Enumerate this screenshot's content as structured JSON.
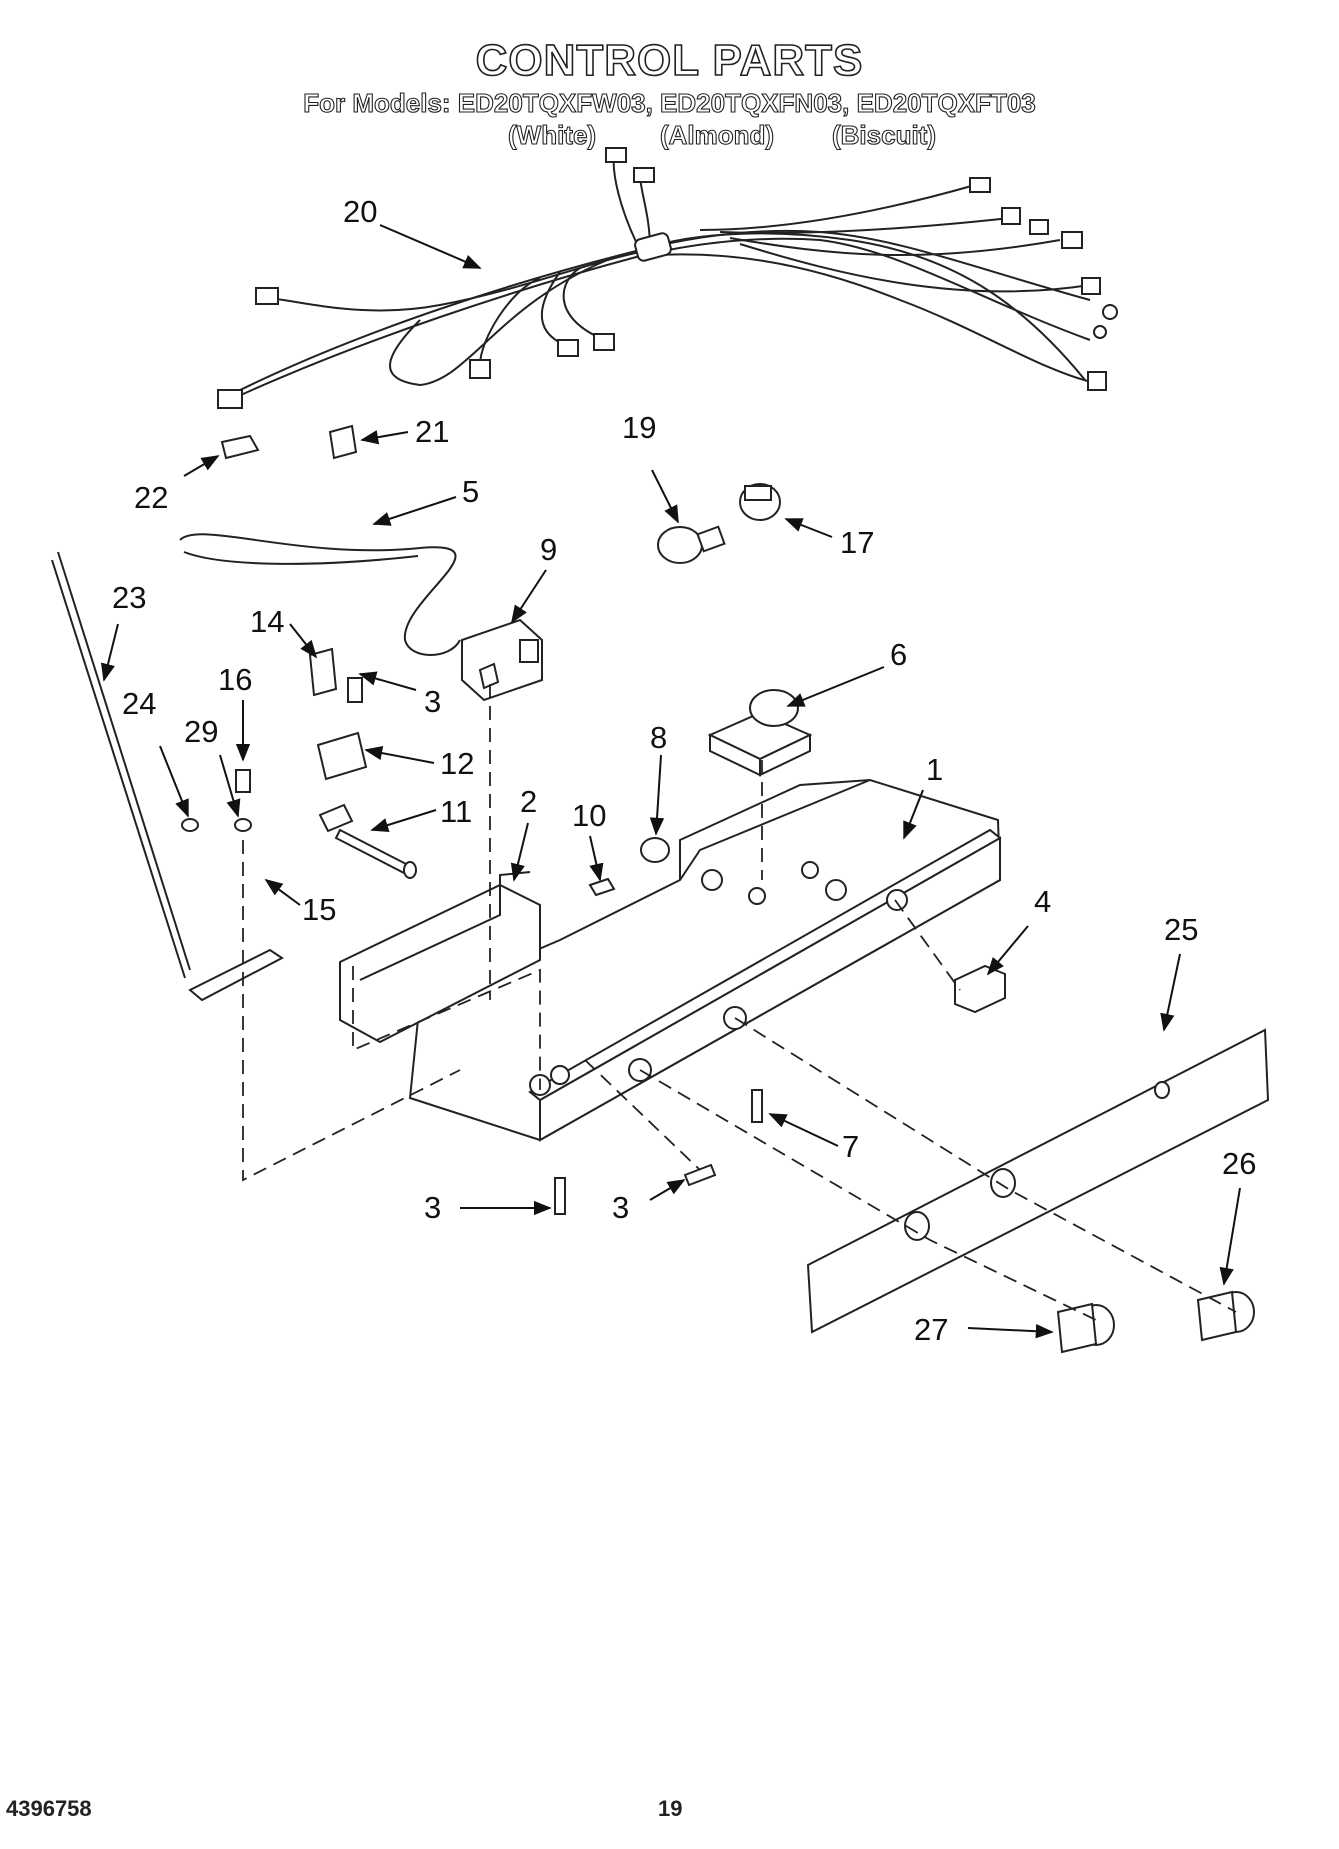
{
  "header": {
    "title": "CONTROL PARTS",
    "models_line": "For Models: ED20TQXFW03, ED20TQXFN03, ED20TQXFT03",
    "variants": [
      "(White)",
      "(Almond)",
      "(Biscuit)"
    ]
  },
  "callouts": [
    {
      "id": "c20",
      "label": "20"
    },
    {
      "id": "c21",
      "label": "21"
    },
    {
      "id": "c22",
      "label": "22"
    },
    {
      "id": "c19",
      "label": "19"
    },
    {
      "id": "c17",
      "label": "17"
    },
    {
      "id": "c5",
      "label": "5"
    },
    {
      "id": "c9",
      "label": "9"
    },
    {
      "id": "c23",
      "label": "23"
    },
    {
      "id": "c14",
      "label": "14"
    },
    {
      "id": "c16",
      "label": "16"
    },
    {
      "id": "c3a",
      "label": "3"
    },
    {
      "id": "c24",
      "label": "24"
    },
    {
      "id": "c29",
      "label": "29"
    },
    {
      "id": "c12",
      "label": "12"
    },
    {
      "id": "c6",
      "label": "6"
    },
    {
      "id": "c11",
      "label": "11"
    },
    {
      "id": "c2",
      "label": "2"
    },
    {
      "id": "c8",
      "label": "8"
    },
    {
      "id": "c10",
      "label": "10"
    },
    {
      "id": "c1",
      "label": "1"
    },
    {
      "id": "c15",
      "label": "15"
    },
    {
      "id": "c4",
      "label": "4"
    },
    {
      "id": "c25",
      "label": "25"
    },
    {
      "id": "c7",
      "label": "7"
    },
    {
      "id": "c26",
      "label": "26"
    },
    {
      "id": "c3b",
      "label": "3"
    },
    {
      "id": "c3c",
      "label": "3"
    },
    {
      "id": "c27",
      "label": "27"
    }
  ],
  "footer": {
    "doc_number": "4396758",
    "page_number": "19"
  }
}
